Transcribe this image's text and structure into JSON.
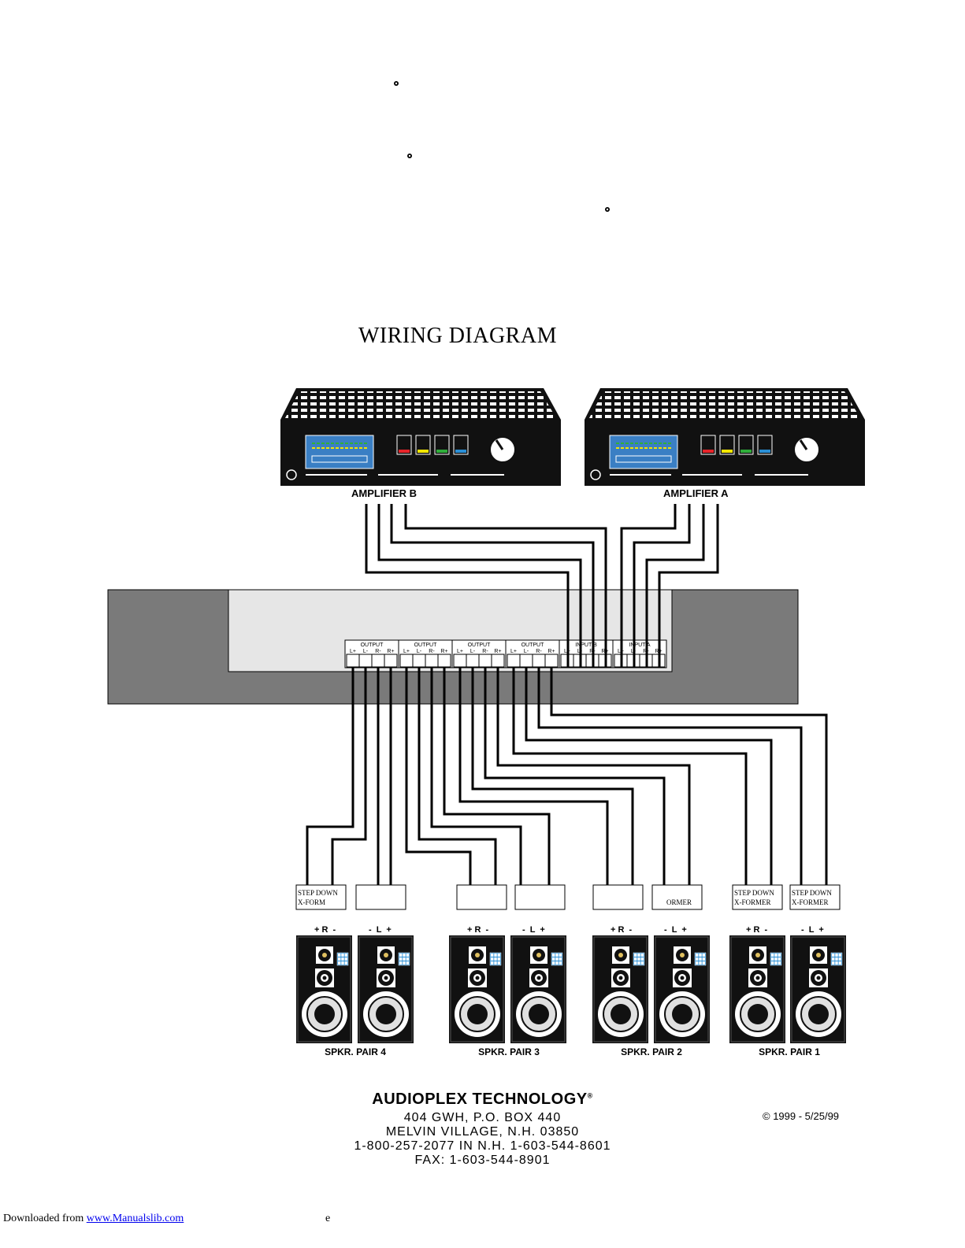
{
  "title": "WIRING DIAGRAM",
  "amplifiers": [
    {
      "label": "AMPLIFIER B"
    },
    {
      "label": "AMPLIFIER A"
    }
  ],
  "hub": {
    "outputs": [
      "OUTPUT",
      "OUTPUT",
      "OUTPUT",
      "OUTPUT"
    ],
    "inputs": [
      "INPUT B",
      "INPUT A"
    ],
    "terminals": [
      "L+",
      "L-",
      "R-",
      "R+"
    ]
  },
  "transformers": [
    {
      "line1": "STEP DOWN",
      "line2": "X-FORM"
    },
    {
      "line1": "",
      "line2": ""
    },
    {
      "line1": "",
      "line2": ""
    },
    {
      "line1": "",
      "line2": ""
    },
    {
      "line1": "",
      "line2": ""
    },
    {
      "line1": "",
      "line2": "ORMER"
    },
    {
      "line1": "STEP DOWN",
      "line2": "X-FORMER"
    },
    {
      "line1": "STEP DOWN",
      "line2": "X-FORMER"
    }
  ],
  "polarity": {
    "right": "+ R  -",
    "left": "-  L  +"
  },
  "speaker_pairs": [
    {
      "label": "SPKR. PAIR 4"
    },
    {
      "label": "SPKR. PAIR 3"
    },
    {
      "label": "SPKR. PAIR 2"
    },
    {
      "label": "SPKR. PAIR 1"
    }
  ],
  "company": {
    "name": "AUDIOPLEX TECHNOLOGY",
    "reg": "®",
    "address1": "404 GWH,  P.O. BOX 440",
    "address2": "MELVIN VILLAGE, N.H. 03850",
    "phone": "1-800-257-2077  IN N.H. 1-603-544-8601",
    "fax": "FAX: 1-603-544-8901"
  },
  "copyright": "© 1999 - 5/25/99",
  "footer": {
    "prefix": "Downloaded from ",
    "link": "www.Manualslib.com",
    "suffix": "e"
  },
  "colors": {
    "hub_dark": "#7a7a7a",
    "hub_panel": "#e6e6e6",
    "meter": "#3a7fc4",
    "red": "#e8242a",
    "yellow": "#f2e600",
    "green": "#2fae3b",
    "blue": "#2a8fd6"
  }
}
